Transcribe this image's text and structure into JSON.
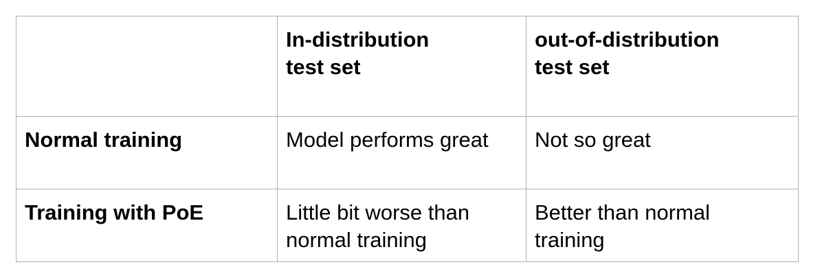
{
  "table": {
    "header": {
      "corner": "",
      "col1": [
        "In-distribution",
        "test set"
      ],
      "col2": [
        "out-of-distribution",
        "test set"
      ]
    },
    "rows": [
      {
        "label": "Normal training",
        "in_distribution": [
          "Model performs great"
        ],
        "out_of_distribution": [
          "Not so great"
        ]
      },
      {
        "label": "Training with PoE",
        "in_distribution": [
          "Little bit worse than",
          "normal training"
        ],
        "out_of_distribution": [
          "Better than normal",
          "training"
        ]
      }
    ]
  }
}
